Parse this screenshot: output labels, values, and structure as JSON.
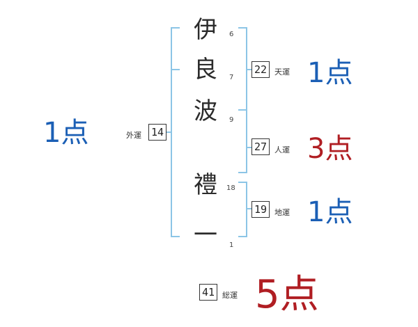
{
  "name": {
    "characters": [
      {
        "char": "伊",
        "strokes": "6"
      },
      {
        "char": "良",
        "strokes": "7"
      },
      {
        "char": "波",
        "strokes": "9"
      },
      {
        "char": "禮",
        "strokes": "18"
      },
      {
        "char": "一",
        "strokes": "1"
      }
    ]
  },
  "fortunes": {
    "tenkaku": {
      "label": "天運",
      "value": "22",
      "score": "1点",
      "color": "#1b5fb5"
    },
    "jinkaku": {
      "label": "人運",
      "value": "27",
      "score": "3点",
      "color": "#b01e23"
    },
    "chikaku": {
      "label": "地運",
      "value": "19",
      "score": "1点",
      "color": "#1b5fb5"
    },
    "gaikaku": {
      "label": "外運",
      "value": "14",
      "score": "1点",
      "color": "#1b5fb5"
    },
    "soukaku": {
      "label": "総運",
      "value": "41",
      "score": "5点",
      "color": "#b01e23"
    }
  },
  "colors": {
    "bracket": "#8cc5e6",
    "blue_score": "#1b5fb5",
    "red_score": "#b01e23"
  }
}
